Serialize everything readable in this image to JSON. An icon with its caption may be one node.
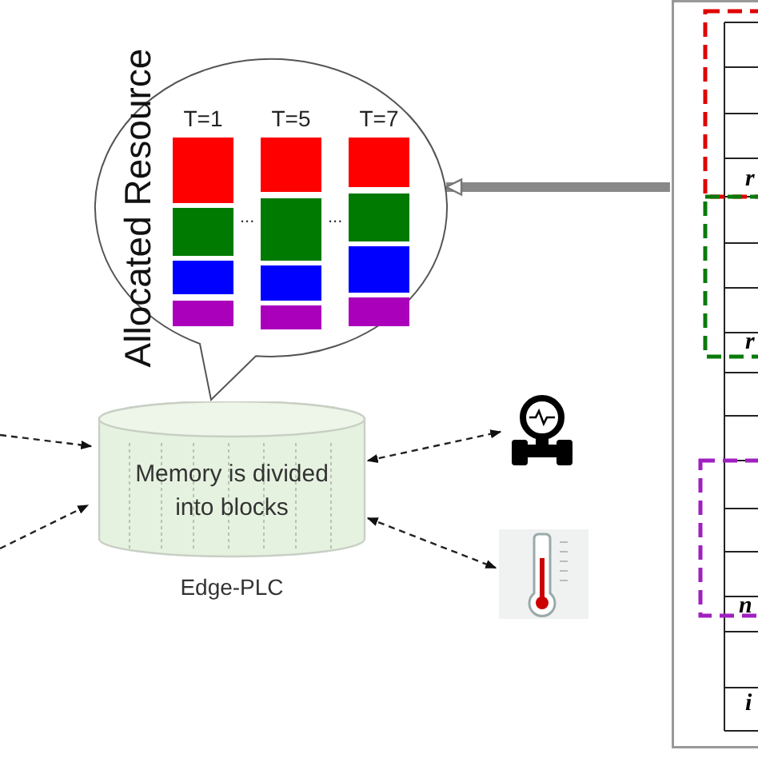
{
  "diagram": {
    "nodes": [
      {
        "text": [
          "Allocated Resource"
        ]
      },
      {
        "text": [
          "T=1"
        ],
        "in": 0
      },
      {
        "text": [
          "T=5"
        ],
        "in": 0
      },
      {
        "text": [
          "T=7"
        ],
        "in": 0
      },
      {
        "text": [
          "Memory is divided into blocks"
        ],
        "beside": [
          "Edge-PLC"
        ]
      },
      {
        "text": [],
        "shape": "picture"
      },
      {
        "text": [],
        "shape": "picture"
      },
      {
        "text": [],
        "shape": "box"
      }
    ],
    "edges": [
      {
        "from": null,
        "to": 4,
        "arrow": "to",
        "style": "dashed"
      },
      {
        "from": null,
        "to": 4,
        "arrow": "to",
        "style": "dashed"
      },
      {
        "from": 4,
        "to": 5,
        "arrow": "both",
        "style": "dashed"
      },
      {
        "from": 4,
        "to": 6,
        "arrow": "both",
        "style": "dashed"
      },
      {
        "from": 7,
        "to": 0,
        "arrow": "to",
        "style": "thick",
        "color": "#888888"
      }
    ],
    "labels": [
      "...",
      "...",
      "r",
      "r",
      "n",
      "i"
    ]
  }
}
